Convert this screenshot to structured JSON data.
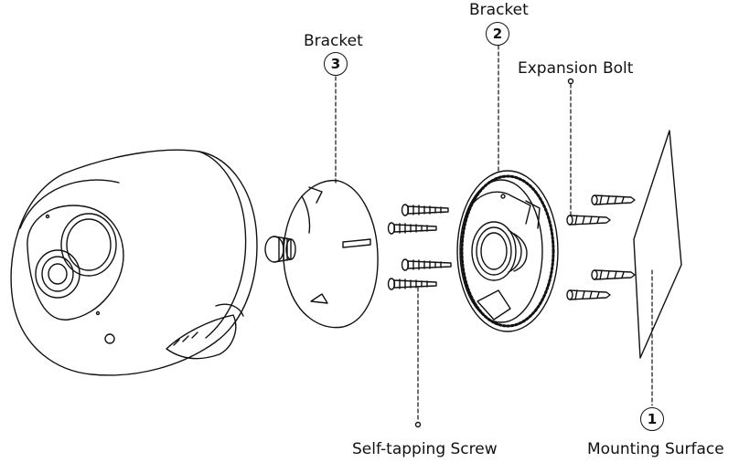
{
  "labels": {
    "bracket_top": "Bracket",
    "bracket_left": "Bracket",
    "expansion_bolt": "Expansion Bolt",
    "self_tapping_screw": "Self-tapping Screw",
    "mounting_surface": "Mounting Surface"
  },
  "callouts": {
    "mounting_surface": "1",
    "bracket_top": "2",
    "bracket_left": "3"
  },
  "colors": {
    "line": "#111111",
    "background": "#ffffff"
  }
}
